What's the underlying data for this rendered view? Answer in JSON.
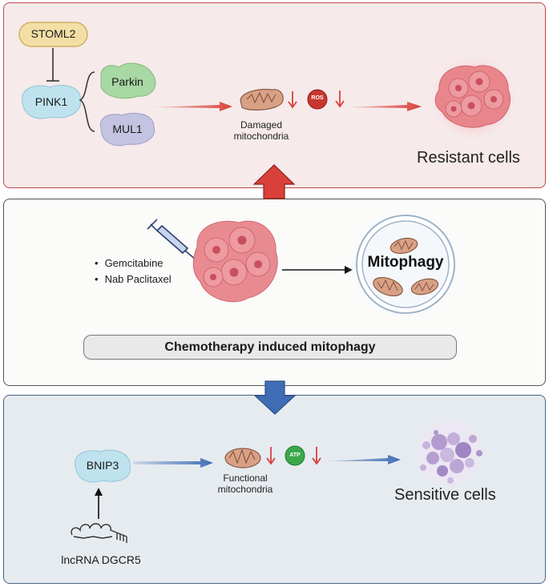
{
  "top": {
    "stoml2": "STOML2",
    "pink1": "PINK1",
    "parkin": "Parkin",
    "mul1": "MUL1",
    "damaged_line1": "Damaged",
    "damaged_line2": "mitochondria",
    "ros": "ROS",
    "outcome": "Resistant cells"
  },
  "middle": {
    "drugs": [
      "Gemcitabine",
      "Nab Paclitaxel"
    ],
    "mitophagy": "Mitophagy",
    "banner": "Chemotherapy induced mitophagy"
  },
  "bottom": {
    "bnip3": "BNIP3",
    "lncrna": "lncRNA DGCR5",
    "functional_line1": "Functional",
    "functional_line2": "mitochondria",
    "atp": "ATP",
    "outcome": "Sensitive cells"
  },
  "colors": {
    "red": "#d9403a",
    "blue": "#3f6db5",
    "stoml2_fill": "#f3dfa5",
    "pink1_fill": "#bfe3ee",
    "parkin_fill": "#a8d8a3",
    "mul1_fill": "#c4c4e2",
    "tumor": "#e8868c",
    "ros_badge": "#c8362f",
    "atp_badge": "#3aa84a",
    "sensitive_cells": "#a98cc8"
  }
}
